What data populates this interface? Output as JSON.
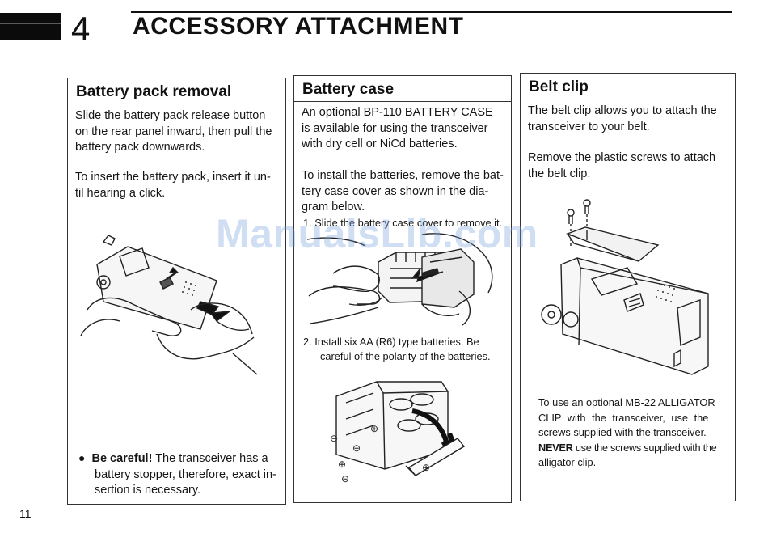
{
  "header": {
    "chapter_number": "4",
    "chapter_title": "ACCESSORY ATTACHMENT"
  },
  "columns": [
    {
      "heading": "Battery pack removal",
      "para1": [
        "Slide the battery pack release button",
        "on the rear panel inward, then pull the",
        "battery pack downwards."
      ],
      "para2": [
        "To insert the battery pack, insert it un-",
        "til hearing a click."
      ],
      "caution": {
        "bullet": "●",
        "label": "Be careful!",
        "text_first": " The transceiver has a",
        "lines": [
          "battery stopper, therefore, exact in-",
          "sertion is necessary."
        ]
      }
    },
    {
      "heading": "Battery case",
      "para1": [
        "An optional BP-110 BATTERY CASE",
        "is available for using the transceiver",
        "with dry cell or NiCd batteries."
      ],
      "para2": [
        "To install the batteries, remove the bat-",
        "tery case cover as shown in the dia-",
        "gram below."
      ],
      "step1": "1.  Slide the battery case cover to remove it.",
      "step2": [
        "2.  Install six AA (R6) type batteries.  Be",
        "careful of the polarity of the batteries."
      ]
    },
    {
      "heading": "Belt clip",
      "para1": [
        "The belt clip allows you to attach the",
        "transceiver to your belt."
      ],
      "para2": [
        "Remove the plastic screws to attach",
        "the belt clip."
      ],
      "note": {
        "line1": "To use an optional MB-22 ALLIGATOR",
        "line2": "CLIP with the transceiver, use the",
        "line3": "screws supplied with the transceiver.",
        "never": "NEVER",
        "line4_rest": " use the screws supplied with the",
        "line5": "alligator clip."
      }
    }
  ],
  "watermark": "ManualsLib.com",
  "page_number": "11",
  "figure_symbols": {
    "plus": "⊕",
    "minus": "⊖"
  }
}
